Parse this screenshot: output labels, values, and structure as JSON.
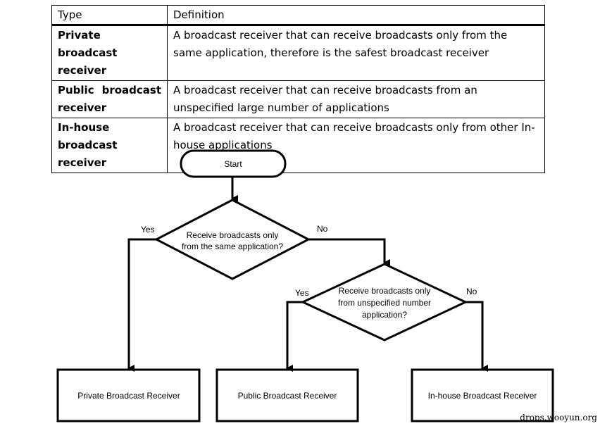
{
  "table": {
    "headers": [
      "Type",
      "Definition"
    ],
    "rows": [
      {
        "type": "Private broadcast receiver",
        "definition": "A broadcast receiver that can receive broadcasts only from the same application, therefore is the safest broadcast receiver"
      },
      {
        "type": "Public broadcast receiver",
        "definition": "A broadcast receiver that can receive broadcasts from an unspecified large number of applications"
      },
      {
        "type": "In-house broadcast receiver",
        "definition": "A broadcast receiver that can receive broadcasts only from other In-house applications"
      }
    ]
  },
  "flow": {
    "start": "Start",
    "decision1": [
      "Receive broadcasts only",
      "from the same application?"
    ],
    "decision2": [
      "Receive broadcasts only",
      "from unspecified number",
      "application?"
    ],
    "yes": "Yes",
    "no": "No",
    "box1": "Private Broadcast Receiver",
    "box2": "Public Broadcast Receiver",
    "box3": "In-house Broadcast Receiver"
  },
  "watermark": "drops.wooyun.org"
}
